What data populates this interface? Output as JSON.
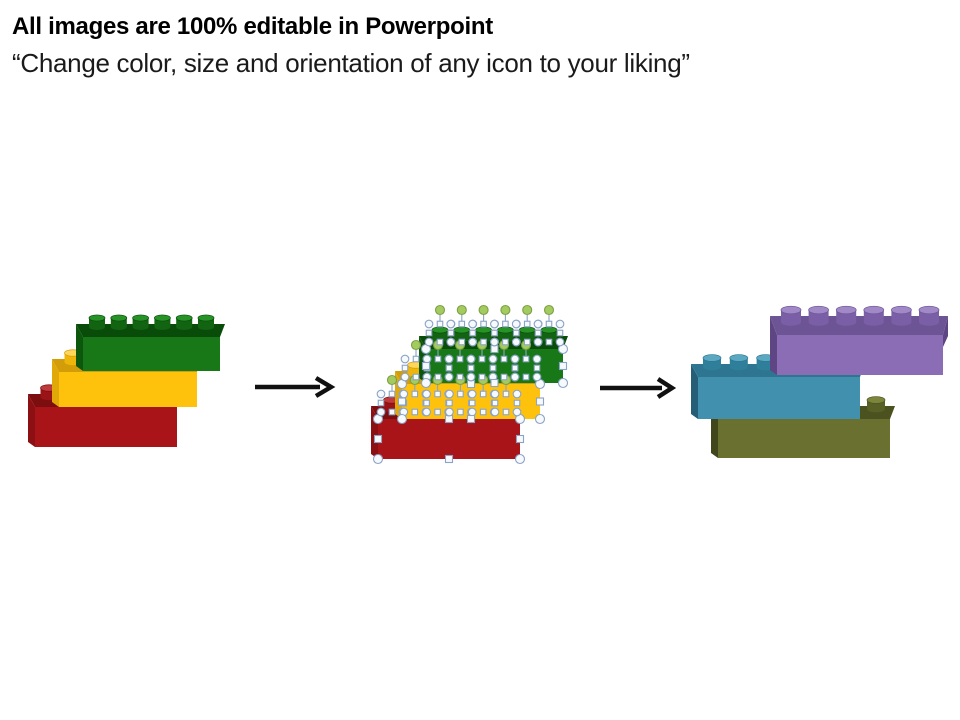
{
  "header": {
    "title": "All images are 100% editable in Powerpoint",
    "subtitle": "“Change color, size and orientation of any icon to your liking”"
  },
  "colors": {
    "background": "#ffffff",
    "title_text": "#000000",
    "subtitle_text": "#1a1a1a",
    "arrow": "#111111",
    "selection_handle_fill": "#f7fafd",
    "selection_handle_stroke": "#8ba3c7",
    "rotation_handle_fill": "#a4cb5f",
    "rotation_handle_stroke": "#7ca144"
  },
  "figures": {
    "original": {
      "icon": "lego-bricks-stack-icon",
      "selection_handles_visible": false,
      "bricks": [
        {
          "id": "red-brick",
          "front": "#a91418",
          "top": "#7c0e10",
          "side": "#8c1013",
          "stud_side": "#9a1316",
          "stud_top": "#bf3a3a"
        },
        {
          "id": "yellow-brick",
          "front": "#fec20d",
          "top": "#d29d08",
          "side": "#e0a909",
          "stud_side": "#eeb50a",
          "stud_top": "#ffd65a"
        },
        {
          "id": "green-brick",
          "front": "#187818",
          "top": "#094c09",
          "side": "#0d570d",
          "stud_side": "#126312",
          "stud_top": "#279327"
        }
      ]
    },
    "selected": {
      "icon": "lego-bricks-stack-selected-icon",
      "selection_handles_visible": true,
      "bricks": [
        {
          "id": "red-brick-selected",
          "front": "#a91418",
          "top": "#7c0e10",
          "side": "#8c1013",
          "stud_side": "#9a1316",
          "stud_top": "#bf3a3a"
        },
        {
          "id": "yellow-brick-selected",
          "front": "#fec20d",
          "top": "#d29d08",
          "side": "#e0a909",
          "stud_side": "#eeb50a",
          "stud_top": "#ffd65a"
        },
        {
          "id": "green-brick-selected",
          "front": "#187818",
          "top": "#094c09",
          "side": "#0d570d",
          "stud_side": "#126312",
          "stud_top": "#279327"
        }
      ]
    },
    "recolored": {
      "icon": "lego-bricks-stack-recolored-icon",
      "selection_handles_visible": false,
      "bricks": [
        {
          "id": "olive-brick",
          "front": "#6a7030",
          "top": "#4b511f",
          "side": "#42471b",
          "stud_side": "#596026",
          "stud_top": "#7d853c"
        },
        {
          "id": "teal-brick",
          "front": "#4190ae",
          "top": "#2d7590",
          "side": "#245e77",
          "stud_side": "#2f7e9a",
          "stud_top": "#5ba8c2"
        },
        {
          "id": "purple-brick",
          "front": "#8a6db4",
          "top": "#6c5495",
          "side": "#5d4683",
          "stud_side": "#7a5fa6",
          "stud_top": "#a189c7"
        }
      ]
    }
  },
  "arrows": [
    {
      "icon": "arrow-right-icon"
    },
    {
      "icon": "arrow-right-icon"
    }
  ]
}
